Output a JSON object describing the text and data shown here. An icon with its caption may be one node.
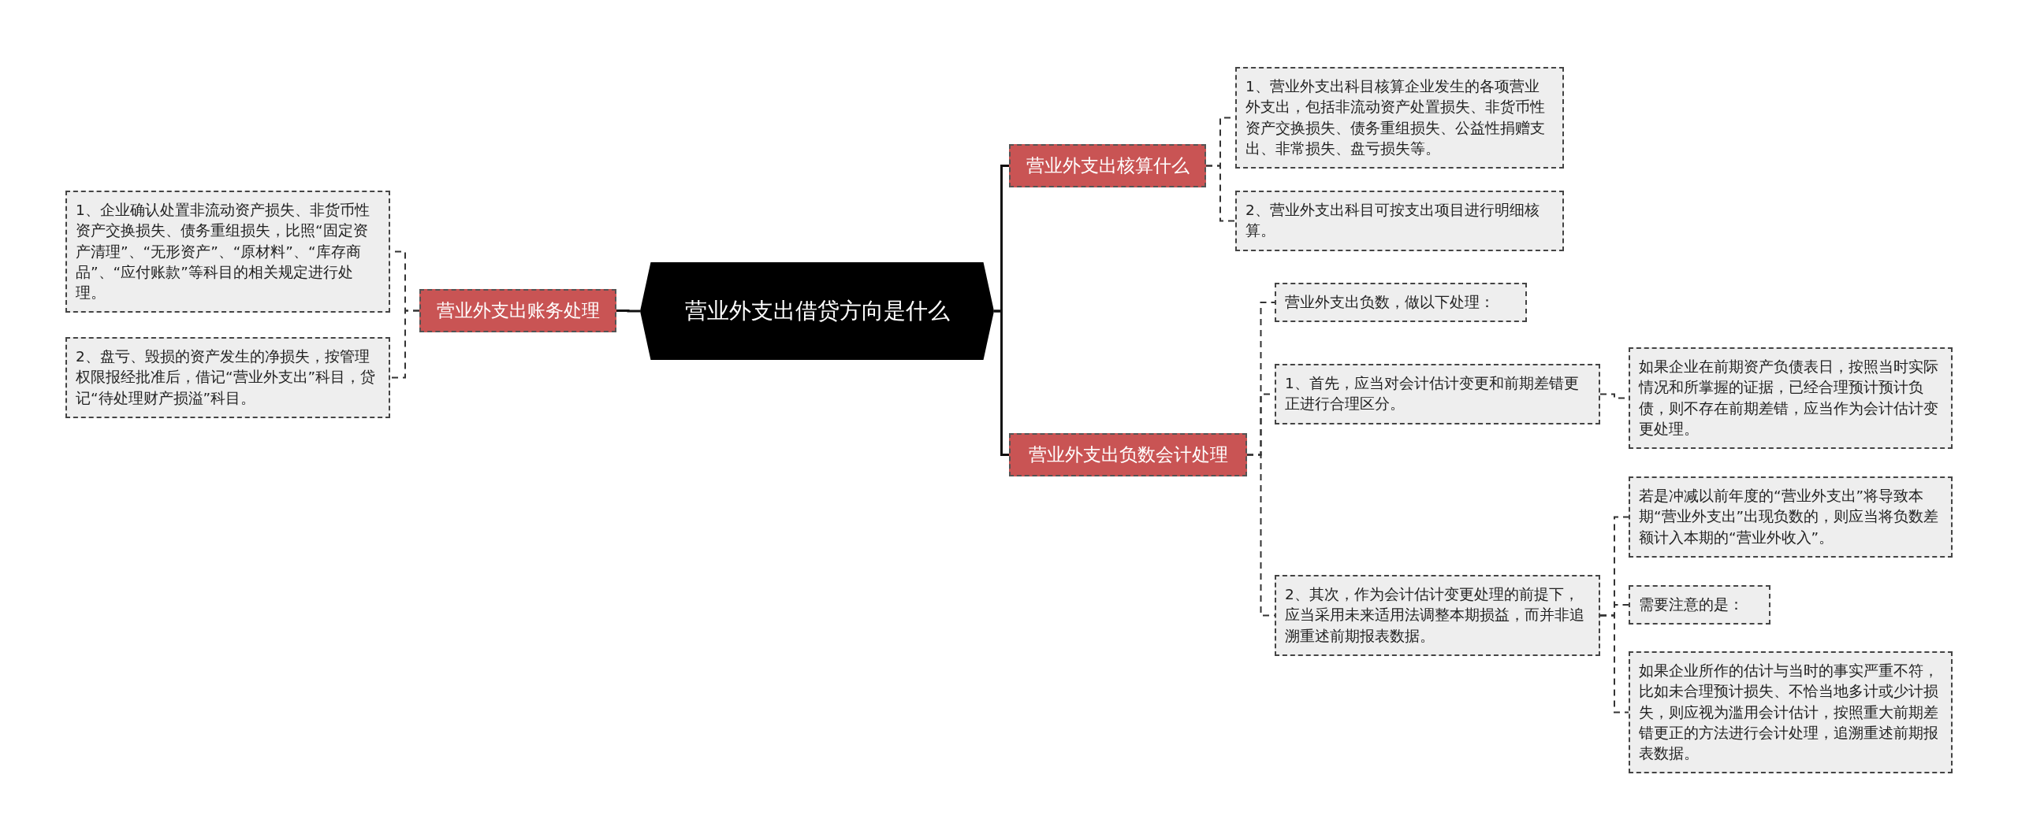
{
  "diagram": {
    "nodes": [
      {
        "text": [
          "营业外支出借贷方向是什么"
        ]
      },
      {
        "text": [
          "营业外支出账务处理"
        ]
      },
      {
        "text": [
          "1、企业确认处置非流动资产损失、非货币性资产交换损失、债务重组损失，比照“固定资产清理”、“无形资产”、“原材料”、“库存商品”、“应付账款”等科目的相关规定进行处理。"
        ]
      },
      {
        "text": [
          "2、盘亏、毁损的资产发生的净损失，按管理权限报经批准后，借记“营业外支出”科目，贷记“待处理财产损溢”科目。"
        ]
      },
      {
        "text": [
          "营业外支出核算什么"
        ]
      },
      {
        "text": [
          "1、营业外支出科目核算企业发生的各项营业外支出，包括非流动资产处置损失、非货币性资产交换损失、债务重组损失、公益性捐赠支出、非常损失、盘亏损失等。"
        ]
      },
      {
        "text": [
          "2、营业外支出科目可按支出项目进行明细核算。"
        ]
      },
      {
        "text": [
          "营业外支出负数会计处理"
        ]
      },
      {
        "text": [
          "营业外支出负数，做以下处理："
        ]
      },
      {
        "text": [
          "1、首先，应当对会计估计变更和前期差错更正进行合理区分。"
        ]
      },
      {
        "text": [
          "如果企业在前期资产负债表日，按照当时实际情况和所掌握的证据，已经合理预计预计负债，则不存在前期差错，应当作为会计估计变更处理。"
        ]
      },
      {
        "text": [
          "2、其次，作为会计估计变更处理的前提下，应当采用未来适用法调整本期损益，而并非追溯重述前期报表数据。"
        ]
      },
      {
        "text": [
          "若是冲减以前年度的“营业外支出”将导致本期“营业外支出”出现负数的，则应当将负数差额计入本期的“营业外收入”。"
        ]
      },
      {
        "text": [
          "需要注意的是："
        ]
      },
      {
        "text": [
          "如果企业所作的估计与当时的事实严重不符，比如未合理预计损失、不恰当地多计或少计损失，则应视为滥用会计估计，按照重大前期差错更正的方法进行会计处理，追溯重述前期报表数据。"
        ]
      }
    ],
    "edges": [
      {
        "from": 0,
        "to": 1,
        "arrow": "none"
      },
      {
        "from": 1,
        "to": 2,
        "arrow": "none",
        "style": "dashed"
      },
      {
        "from": 1,
        "to": 3,
        "arrow": "none",
        "style": "dashed"
      },
      {
        "from": 0,
        "to": 4,
        "arrow": "none"
      },
      {
        "from": 4,
        "to": 5,
        "arrow": "none",
        "style": "dashed"
      },
      {
        "from": 4,
        "to": 6,
        "arrow": "none",
        "style": "dashed"
      },
      {
        "from": 0,
        "to": 7,
        "arrow": "none"
      },
      {
        "from": 7,
        "to": 8,
        "arrow": "none",
        "style": "dashed"
      },
      {
        "from": 7,
        "to": 9,
        "arrow": "none",
        "style": "dashed"
      },
      {
        "from": 7,
        "to": 11,
        "arrow": "none",
        "style": "dashed"
      },
      {
        "from": 9,
        "to": 10,
        "arrow": "none",
        "style": "dashed"
      },
      {
        "from": 11,
        "to": 12,
        "arrow": "none",
        "style": "dashed"
      },
      {
        "from": 11,
        "to": 13,
        "arrow": "none",
        "style": "dashed"
      },
      {
        "from": 11,
        "to": 14,
        "arrow": "none",
        "style": "dashed"
      }
    ]
  }
}
